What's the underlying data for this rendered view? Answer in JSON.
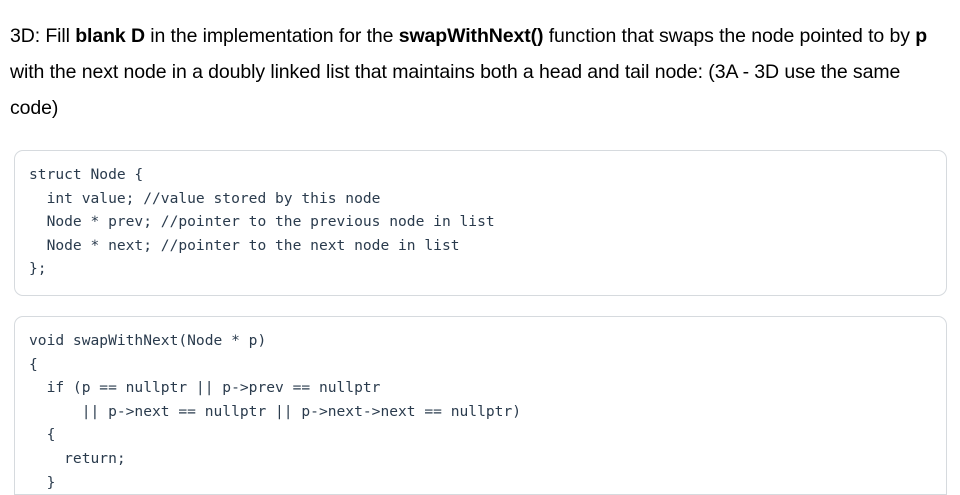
{
  "document": {
    "prompt": {
      "segments": [
        {
          "text": "3D: Fill ",
          "bold": false
        },
        {
          "text": "blank D",
          "bold": true
        },
        {
          "text": " in the implementation for the ",
          "bold": false
        },
        {
          "text": "swapWithNext()",
          "bold": true
        },
        {
          "text": " function that swaps the node pointed to by ",
          "bold": false
        },
        {
          "text": "p",
          "bold": true
        },
        {
          "text": " with the next node in a doubly linked list that maintains both a head and tail node: (3A - 3D use the same code)",
          "bold": false
        }
      ],
      "plain_text": "3D: Fill blank D in the implementation for the swapWithNext() function that swaps the node pointed to by p with the next node in a doubly linked list that maintains both a head and tail node: (3A - 3D use the same code)",
      "blank_label": "blank D",
      "function_name": "swapWithNext()",
      "pointer_name": "p",
      "question_id": "3D",
      "range_note": "(3A - 3D use the same code)"
    },
    "code_blocks": [
      {
        "id": "struct-node",
        "language": "cpp",
        "lines": [
          "struct Node {",
          "  int value; //value stored by this node",
          "  Node * prev; //pointer to the previous node in list",
          "  Node * next; //pointer to the next node in list",
          "};"
        ],
        "text": "struct Node {\n  int value; //value stored by this node\n  Node * prev; //pointer to the previous node in list\n  Node * next; //pointer to the next node in list\n};"
      },
      {
        "id": "swap-with-next",
        "language": "cpp",
        "clipped_at_bottom": true,
        "lines": [
          "void swapWithNext(Node * p)",
          "{",
          "  if (p == nullptr || p->prev == nullptr",
          "      || p->next == nullptr || p->next->next == nullptr)",
          "  {",
          "    return;",
          "  }"
        ],
        "text": "void swapWithNext(Node * p)\n{\n  if (p == nullptr || p->prev == nullptr\n      || p->next == nullptr || p->next->next == nullptr)\n  {\n    return;\n  }"
      }
    ],
    "colors": {
      "page_background": "#ffffff",
      "prompt_text": "#000000",
      "code_text": "#2a3b4d",
      "card_border": "#d6dade",
      "card_background": "#ffffff"
    }
  }
}
